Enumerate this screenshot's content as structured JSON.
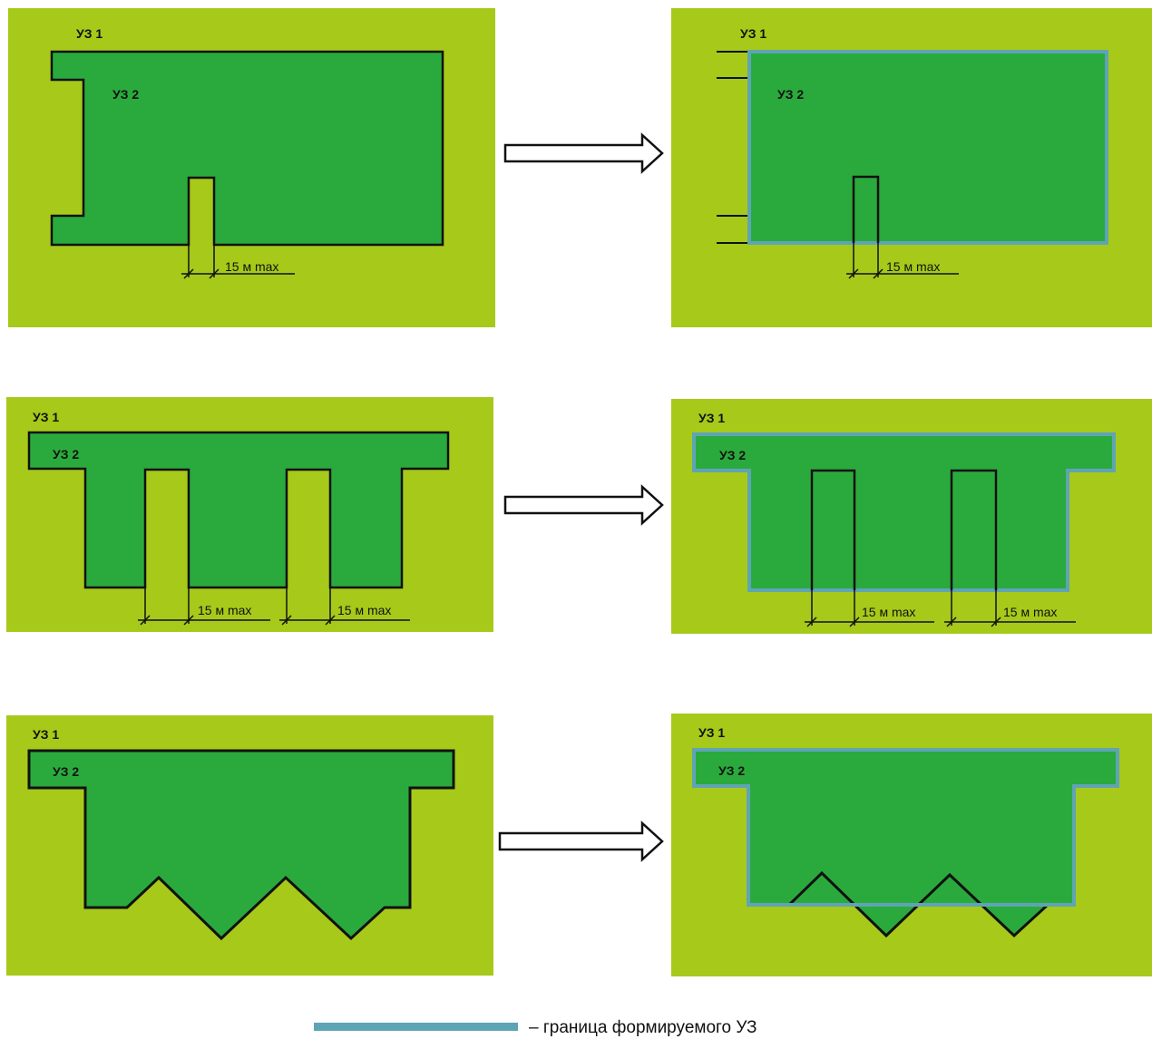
{
  "colors": {
    "background_field": "#a6c91a",
    "plot_fill": "#2aaa3c",
    "outline": "#111111",
    "formed_boundary": "#5fa4b5"
  },
  "labels": {
    "plot1": "УЗ 1",
    "plot2": "УЗ 2",
    "dimension": "15  м max"
  },
  "legend": {
    "dash_text": "– граница формируемого УЗ"
  }
}
